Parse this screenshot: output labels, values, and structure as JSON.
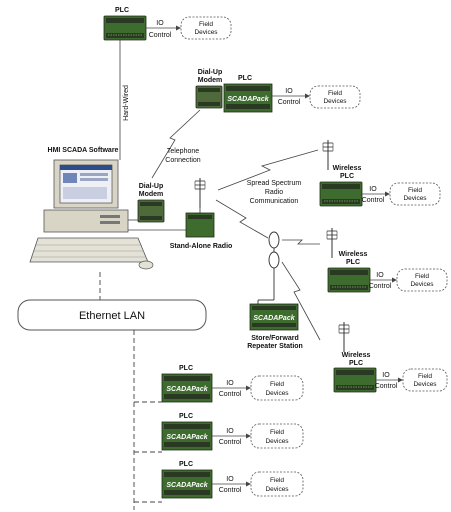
{
  "labels": {
    "plc": "PLC",
    "io": "IO",
    "control": "Control",
    "field": "Field",
    "devices": "Devices",
    "hard_wired": "Hard-Wired",
    "dial_up": "Dial-Up",
    "modem": "Modem",
    "telephone": "Telephone",
    "connection": "Connection",
    "hmi_title": "HMI SCADA Software",
    "stand_alone_radio": "Stand-Alone Radio",
    "spread_1": "Spread Spectrum",
    "spread_2": "Radio",
    "spread_3": "Communication",
    "wireless": "Wireless",
    "store_forward": "Store/Forward",
    "repeater_station": "Repeater Station",
    "ethernet_lan": "Ethernet LAN",
    "scadapack_brand": "SCADAPack"
  },
  "colors": {
    "device_green": "#3e6b2e",
    "device_dark": "#2a3a22",
    "line": "#444444",
    "computer_beige": "#d8d4c6",
    "screen_blue": "#2c4c8c"
  },
  "icons": [
    "plc-icon",
    "modem-icon",
    "antenna-icon",
    "radio-icon",
    "computer-icon",
    "keyboard-icon"
  ]
}
